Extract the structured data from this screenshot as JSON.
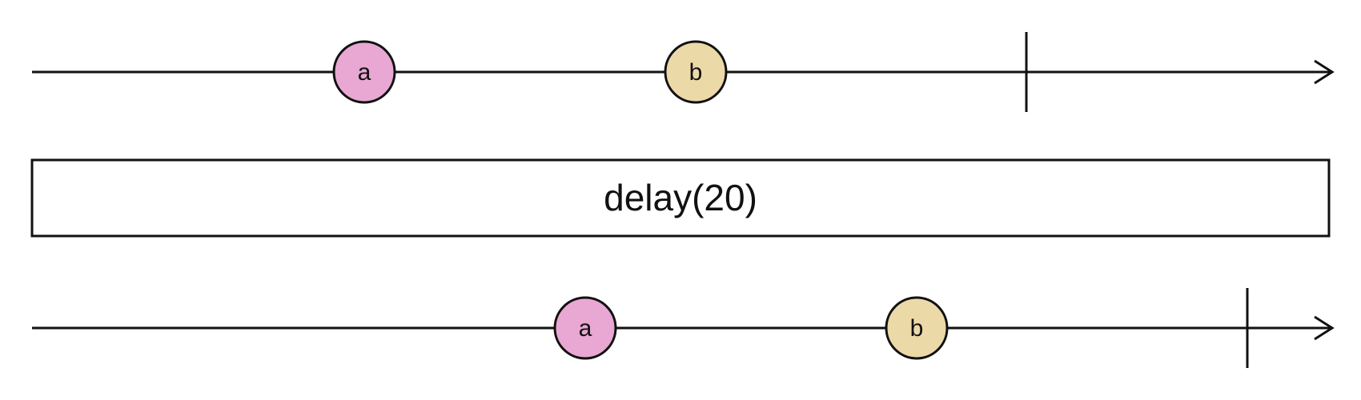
{
  "colors": {
    "line": "#111111",
    "background": "#ffffff",
    "operator_border": "#111111"
  },
  "input_timeline": {
    "marbles": [
      {
        "label": "a",
        "color": "#e9a7d3"
      },
      {
        "label": "b",
        "color": "#ecd9a8"
      }
    ],
    "has_completion": true
  },
  "operator": {
    "label": "delay(20)"
  },
  "output_timeline": {
    "marbles": [
      {
        "label": "a",
        "color": "#e9a7d3"
      },
      {
        "label": "b",
        "color": "#ecd9a8"
      }
    ],
    "has_completion": true
  }
}
